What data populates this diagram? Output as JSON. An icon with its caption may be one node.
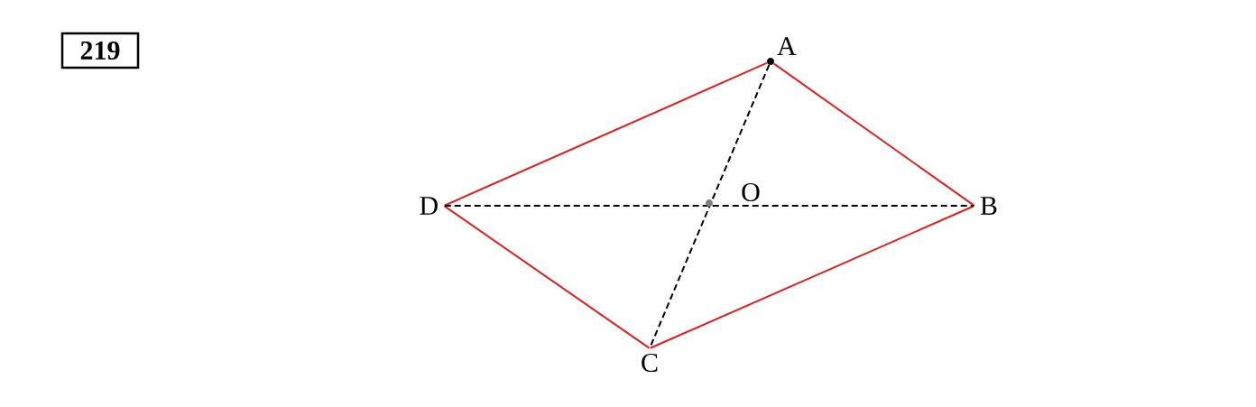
{
  "diagram": {
    "nodes": [
      {
        "text": [
          "219"
        ]
      },
      {
        "text": [
          "A"
        ]
      },
      {
        "text": [
          "B"
        ]
      },
      {
        "text": [
          "C"
        ]
      },
      {
        "text": [
          "D"
        ]
      }
    ],
    "edges": [
      {
        "from": 1,
        "to": 2,
        "arrow": "none"
      },
      {
        "from": 2,
        "to": 3,
        "arrow": "none"
      },
      {
        "from": 3,
        "to": 4,
        "arrow": "none"
      },
      {
        "from": 4,
        "to": 1,
        "arrow": "none"
      },
      {
        "from": 1,
        "to": 3,
        "arrow": "none",
        "style": "dashed",
        "color": "#000000"
      },
      {
        "from": 4,
        "to": 2,
        "arrow": "none",
        "style": "dashed",
        "color": "#000000"
      }
    ],
    "labels": [
      "O"
    ]
  }
}
